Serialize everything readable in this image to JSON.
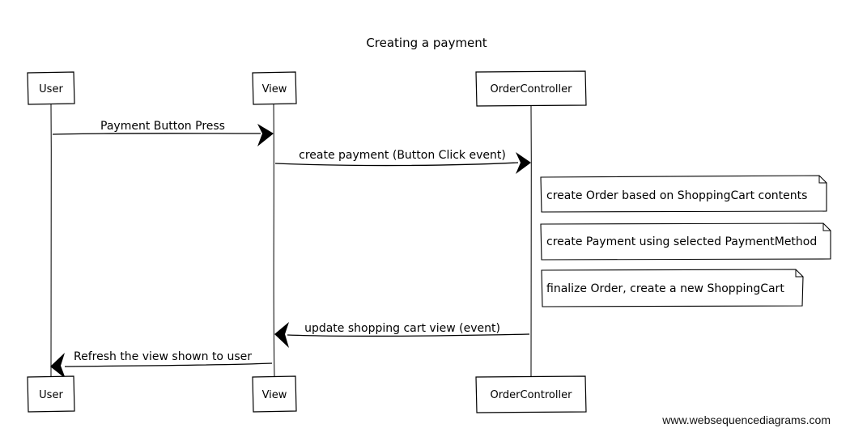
{
  "title": "Creating a payment",
  "participants": [
    {
      "id": "user",
      "label": "User"
    },
    {
      "id": "view",
      "label": "View"
    },
    {
      "id": "controller",
      "label": "OrderController"
    }
  ],
  "messages": [
    {
      "from": "user",
      "to": "view",
      "label": "Payment Button Press"
    },
    {
      "from": "view",
      "to": "controller",
      "label": "create payment (Button Click event)"
    },
    {
      "from": "controller",
      "to": "view",
      "label": "update shopping cart view (event)"
    },
    {
      "from": "view",
      "to": "user",
      "label": "Refresh the view shown to user"
    }
  ],
  "notes": [
    {
      "attached_to": "controller",
      "text": "create Order based on ShoppingCart contents"
    },
    {
      "attached_to": "controller",
      "text": "create Payment using selected PaymentMethod"
    },
    {
      "attached_to": "controller",
      "text": "finalize Order, create a new ShoppingCart"
    }
  ],
  "watermark": "www.websequencediagrams.com"
}
